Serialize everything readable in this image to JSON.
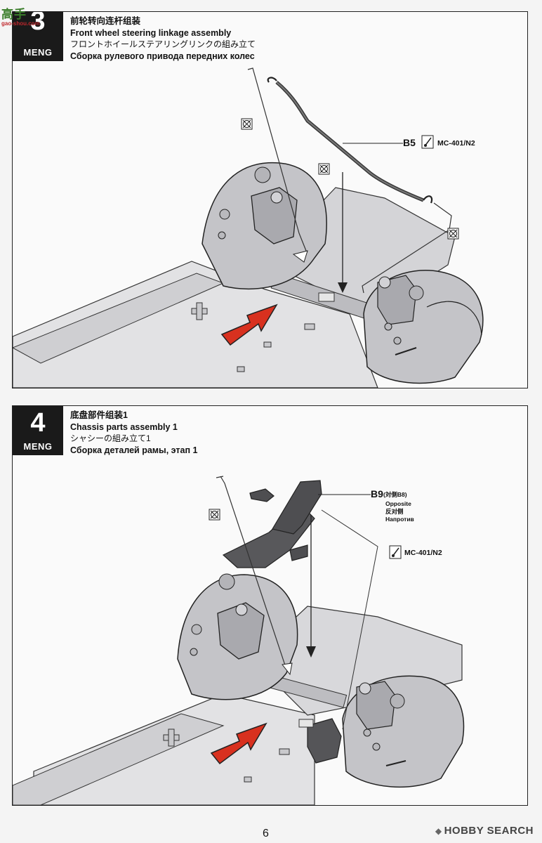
{
  "watermark_top": {
    "text": "高手",
    "subtext": "gao-shou.com"
  },
  "step3": {
    "number": "3",
    "brand": "MENG",
    "title_zh": "前轮转向连杆组装",
    "title_en": "Front wheel steering linkage assembly",
    "title_ja": "フロントホイールステアリングリンクの組み立て",
    "title_ru": "Сборка рулевого привода передних колес",
    "part_label": "B5",
    "paint_code": "MC-401/N2"
  },
  "step4": {
    "number": "4",
    "brand": "MENG",
    "title_zh": "底盘部件组装1",
    "title_en": "Chassis parts assembly 1",
    "title_ja": "シャシーの組み立て1",
    "title_ru": "Сборка деталей рамы, этап 1",
    "part_label": "B9",
    "part_note": "(対側B8)",
    "opposite_en": "Opposite",
    "opposite_zh": "反对侧",
    "opposite_ru": "Напротив",
    "paint_code": "MC-401/N2"
  },
  "page_number": "6",
  "watermark_bottom": "HOBBY SEARCH",
  "colors": {
    "arrow_red": "#d8311f",
    "part_gray": "#c8c8cc",
    "part_dark": "#555558",
    "panel_border": "#222222"
  }
}
